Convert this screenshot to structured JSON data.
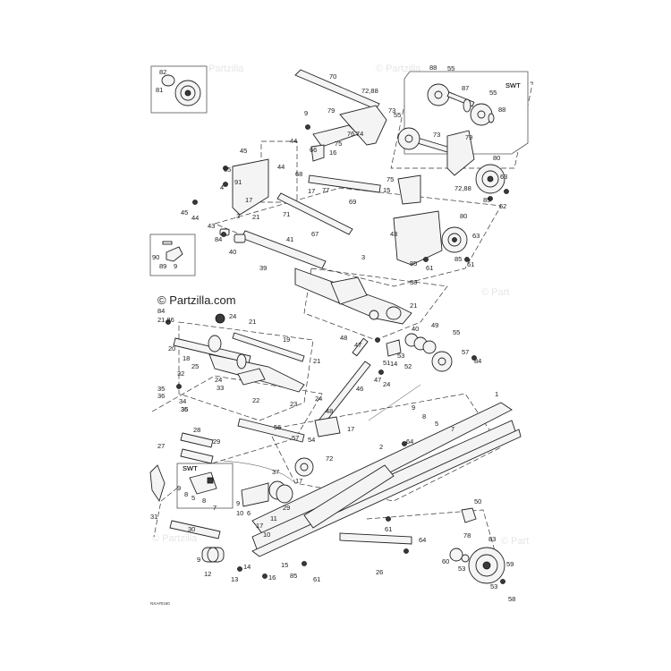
{
  "watermark": "© Partzilla.com",
  "figure_code": "NXA#0160",
  "colors": {
    "line": "#222222",
    "fill": "#f4f4f4",
    "dark": "#3a3a3a"
  },
  "inset_boxes": [
    {
      "name": "swt-idler-box",
      "title": "SWT"
    },
    {
      "name": "swt-bracket-box",
      "title": "SWT"
    }
  ],
  "callouts": [
    {
      "t": "81"
    },
    {
      "t": "82"
    },
    {
      "t": "70"
    },
    {
      "t": "88"
    },
    {
      "t": "55"
    },
    {
      "t": "SWT"
    },
    {
      "t": "87"
    },
    {
      "t": "55"
    },
    {
      "t": "88"
    },
    {
      "t": "72,88"
    },
    {
      "t": "73"
    },
    {
      "t": "9"
    },
    {
      "t": "79"
    },
    {
      "t": "55"
    },
    {
      "t": "73"
    },
    {
      "t": "44"
    },
    {
      "t": "75"
    },
    {
      "t": "76"
    },
    {
      "t": "74"
    },
    {
      "t": "79"
    },
    {
      "t": "45"
    },
    {
      "t": "66"
    },
    {
      "t": "16"
    },
    {
      "t": "80"
    },
    {
      "t": "65"
    },
    {
      "t": "44"
    },
    {
      "t": "68"
    },
    {
      "t": "63"
    },
    {
      "t": "91"
    },
    {
      "t": "77"
    },
    {
      "t": "75"
    },
    {
      "t": "72,88"
    },
    {
      "t": "4"
    },
    {
      "t": "17"
    },
    {
      "t": "17"
    },
    {
      "t": "15"
    },
    {
      "t": "85"
    },
    {
      "t": "62"
    },
    {
      "t": "45"
    },
    {
      "t": "44"
    },
    {
      "t": "3"
    },
    {
      "t": "71"
    },
    {
      "t": "69"
    },
    {
      "t": "21"
    },
    {
      "t": "80"
    },
    {
      "t": "43"
    },
    {
      "t": "67"
    },
    {
      "t": "43"
    },
    {
      "t": "63"
    },
    {
      "t": "84"
    },
    {
      "t": "41"
    },
    {
      "t": "90"
    },
    {
      "t": "40"
    },
    {
      "t": "89"
    },
    {
      "t": "9"
    },
    {
      "t": "3"
    },
    {
      "t": "85"
    },
    {
      "t": "61"
    },
    {
      "t": "85"
    },
    {
      "t": "61"
    },
    {
      "t": "39"
    },
    {
      "t": "38"
    },
    {
      "t": "84"
    },
    {
      "t": "24"
    },
    {
      "t": "21,86"
    },
    {
      "t": "21"
    },
    {
      "t": "21"
    },
    {
      "t": "40"
    },
    {
      "t": "49"
    },
    {
      "t": "20"
    },
    {
      "t": "19"
    },
    {
      "t": "48"
    },
    {
      "t": "47"
    },
    {
      "t": "55"
    },
    {
      "t": "18"
    },
    {
      "t": "57"
    },
    {
      "t": "51"
    },
    {
      "t": "14"
    },
    {
      "t": "84"
    },
    {
      "t": "25"
    },
    {
      "t": "53"
    },
    {
      "t": "52"
    },
    {
      "t": "32"
    },
    {
      "t": "21"
    },
    {
      "t": "24"
    },
    {
      "t": "47"
    },
    {
      "t": "24"
    },
    {
      "t": "33"
    },
    {
      "t": "35"
    },
    {
      "t": "36"
    },
    {
      "t": "46"
    },
    {
      "t": "34"
    },
    {
      "t": "22"
    },
    {
      "t": "23"
    },
    {
      "t": "35"
    },
    {
      "t": "36"
    },
    {
      "t": "24"
    },
    {
      "t": "48"
    },
    {
      "t": "1"
    },
    {
      "t": "9"
    },
    {
      "t": "8"
    },
    {
      "t": "5"
    },
    {
      "t": "7"
    },
    {
      "t": "28"
    },
    {
      "t": "56"
    },
    {
      "t": "57"
    },
    {
      "t": "54"
    },
    {
      "t": "17"
    },
    {
      "t": "27"
    },
    {
      "t": "29"
    },
    {
      "t": "2"
    },
    {
      "t": "64"
    },
    {
      "t": "72"
    },
    {
      "t": "37"
    },
    {
      "t": "SWT"
    },
    {
      "t": "9"
    },
    {
      "t": "8"
    },
    {
      "t": "5"
    },
    {
      "t": "8"
    },
    {
      "t": "7"
    },
    {
      "t": "17"
    },
    {
      "t": "9"
    },
    {
      "t": "10"
    },
    {
      "t": "6"
    },
    {
      "t": "11"
    },
    {
      "t": "29"
    },
    {
      "t": "50"
    },
    {
      "t": "31"
    },
    {
      "t": "30"
    },
    {
      "t": "17"
    },
    {
      "t": "10"
    },
    {
      "t": "61"
    },
    {
      "t": "78"
    },
    {
      "t": "64"
    },
    {
      "t": "83"
    },
    {
      "t": "60"
    },
    {
      "t": "9"
    },
    {
      "t": "12"
    },
    {
      "t": "14"
    },
    {
      "t": "15"
    },
    {
      "t": "26"
    },
    {
      "t": "53"
    },
    {
      "t": "59"
    },
    {
      "t": "16"
    },
    {
      "t": "85"
    },
    {
      "t": "61"
    },
    {
      "t": "13"
    },
    {
      "t": "53"
    },
    {
      "t": "58"
    }
  ]
}
